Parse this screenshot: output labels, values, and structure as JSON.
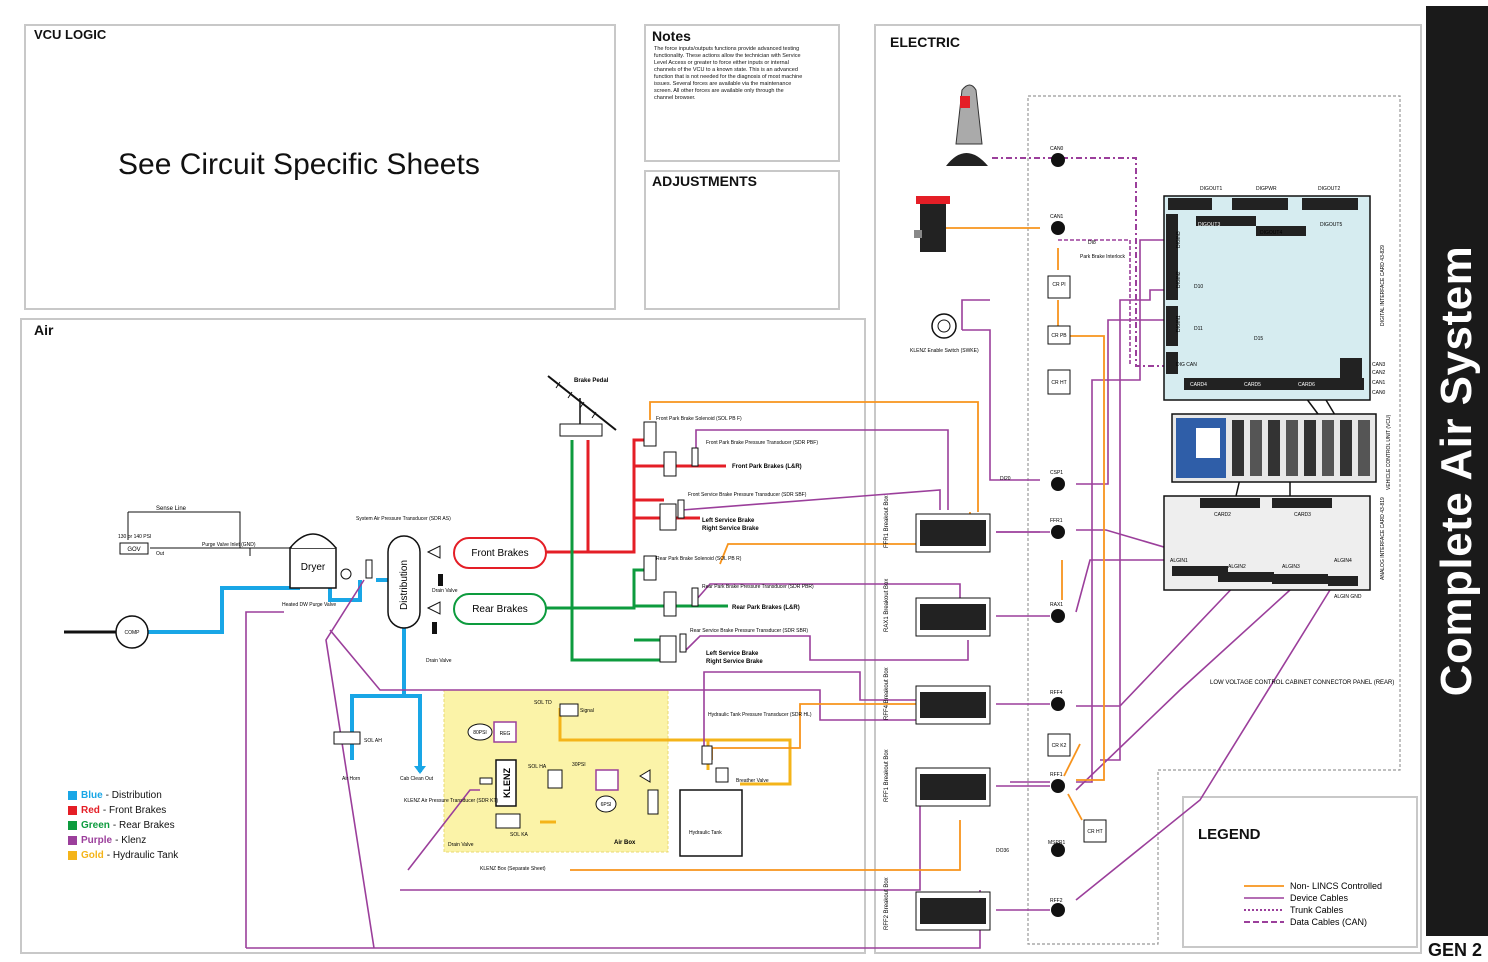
{
  "panels": {
    "vcu": {
      "title": "VCU LOGIC",
      "body": "See Circuit Specific Sheets"
    },
    "notes": {
      "title": "Notes",
      "body": "The force inputs/outputs functions provide advanced testing functionality. These actions allow the technician with Service Level Access or greater to force either inputs or internal channels of the VCU to a known state. This is an advanced function that is not needed for the diagnosis of most machine issues. Several forces are available via the maintenance screen. All other forces are available only through the channel browser."
    },
    "adjustments": {
      "title": "ADJUSTMENTS"
    },
    "air": {
      "title": "Air"
    },
    "electric": {
      "title": "ELECTRIC"
    },
    "legend": {
      "title": "LEGEND"
    }
  },
  "sidebar": {
    "title": "Complete Air System",
    "gen": "GEN 2"
  },
  "colors": {
    "blue": "#19a6e6",
    "red": "#e41e26",
    "green": "#0d9b3e",
    "purple": "#9b3f9b",
    "gold": "#f4b41a",
    "orange": "#f7941d",
    "highlight": "#fbf3a8",
    "panel_border": "#c8c8c8",
    "sidebar": "#1a1a1a"
  },
  "color_legend": [
    {
      "name": "Blue",
      "desc": "- Distribution",
      "color": "#19a6e6"
    },
    {
      "name": "Red",
      "desc": "- Front Brakes",
      "color": "#e41e26"
    },
    {
      "name": "Green",
      "desc": "- Rear Brakes",
      "color": "#0d9b3e"
    },
    {
      "name": "Purple",
      "desc": "- Klenz",
      "color": "#9b3f9b"
    },
    {
      "name": "Gold",
      "desc": "- Hydraulic Tank",
      "color": "#f4b41a"
    }
  ],
  "line_legend": [
    "Non- LINCS Controlled",
    "Device Cables",
    "Trunk Cables",
    "Data Cables (CAN)"
  ],
  "air": {
    "comp": "COMP",
    "dryer": "Dryer",
    "distribution": "Distribution",
    "front_brakes": "Front Brakes",
    "rear_brakes": "Rear Brakes",
    "brake_pedal": "Brake Pedal",
    "sense_line": "Sense Line",
    "gov": "GOV",
    "gov_psi": "130 or 140 PSI",
    "out": "Out",
    "purge_valve_inlet": "Purge Valve Inlet (GND)",
    "heated_purge_valve": "Heated DW Purge Valve",
    "system_air_transducer": "System Air Pressure Transducer (SDR AS)",
    "drain_valve_1": "Drain Valve",
    "drain_valve_2": "Drain Valve",
    "front_park_solenoid": "Front Park Brake Solenoid (SOL PB F)",
    "front_park_transducer": "Front Park Brake Pressure Transducer (SDR PBF)",
    "front_park_brakes": "Front Park Brakes (L&R)",
    "front_service_transducer": "Front Service Brake Pressure Transducer (SDR SBF)",
    "left_service_brake_front": "Left Service Brake",
    "right_service_brake_front": "Right Service Brake",
    "rear_park_solenoid": "Rear Park Brake Solenoid (SOL PB R)",
    "rear_park_transducer": "Rear Park Brake Pressure Transducer (SDR PBR)",
    "rear_park_brakes": "Rear Park Brakes (L&R)",
    "rear_service_transducer": "Rear Service Brake Pressure Transducer (SDR SBR)",
    "left_service_brake_rear": "Left Service Brake",
    "right_service_brake_rear": "Right Service Brake",
    "sol_ah": "SOL AH",
    "air_horn": "Air Horn",
    "cab_clean_out": "Cab Clean Out",
    "sol_td": "SOL TD",
    "signal": "Signal",
    "sol_ha": "SOL HA",
    "sol_ka": "SOL KA",
    "klenz": "KLENZ",
    "regulator": "REG",
    "air_box": "Air Box",
    "klenz_transducer": "KLENZ Air Pressure Transducer (SDR KT)",
    "klenz_box": "KLENZ Box (Separate Sheet)",
    "drain_valve_klenz": "Drain Valve",
    "hydraulic_tank": "Hydraulic Tank",
    "hydraulic_transducer": "Hydraulic Tank Pressure Transducer (SDR HL)",
    "breather_valve": "Breather Valve",
    "psi_80": "80PSI",
    "psi_30": "30PSI",
    "psi_6": "6PSI"
  },
  "electric": {
    "can0": "CAN0",
    "can1": "CAN1",
    "can2": "CAN2",
    "can3": "CAN3",
    "di8": "DI8",
    "park_brake_interlock": "Park Brake Interlock",
    "cr_pi": "CR PI",
    "cr_pb": "CR PB",
    "cr_ht": "CR HT",
    "cr_k2": "CR K2",
    "cr_ht2": "CR HT",
    "klenz_switch": "KLENZ Enable Switch (SWKE)",
    "di20": "DI20",
    "csp1": "CSP1",
    "ffr1": "FFR1",
    "rax1": "RAX1",
    "rff4": "RFF4",
    "rff1": "RFF1",
    "rff2": "RFF2",
    "mspr1": "MSPR1",
    "do36": "DO36",
    "ffr1_box": "FFR1 Breakout Box",
    "rax1_box": "RAX1 Breakout Box",
    "rff4_box": "RFF4 Breakout Box",
    "rff1_box": "RFF1 Breakout Box",
    "rff2_box": "RFF2 Breakout Box",
    "digout1": "DIGOUT1",
    "digpwr": "DIGPWR",
    "digout2": "DIGOUT2",
    "digout3": "DIGOUT3",
    "digout4": "DIGOUT4",
    "digout5": "DIGOUT5",
    "digin1": "DIGIN1",
    "digin2": "DIGIN2",
    "digin3": "DIGIN3",
    "dig_can": "DIG CAN",
    "card4": "CARD4",
    "card5": "CARD5",
    "card6": "CARD6",
    "card2": "CARD2",
    "card3": "CARD3",
    "algin1": "ALGIN1",
    "algin2": "ALGIN2",
    "algin3": "ALGIN3",
    "algin4": "ALGIN4",
    "algin_gnd": "ALGIN GND",
    "digital_card": "DIGITAL INTERFACE CARD 43-829",
    "analog_card": "ANALOG INTERFACE CARD 43-819",
    "vcu": "VEHICLE CONTROL UNIT (VCU)",
    "cabinet": "LOW VOLTAGE CONTROL CABINET CONNECTOR PANEL (REAR)",
    "d1": "D10",
    "d2": "D11",
    "d3": "D15"
  }
}
